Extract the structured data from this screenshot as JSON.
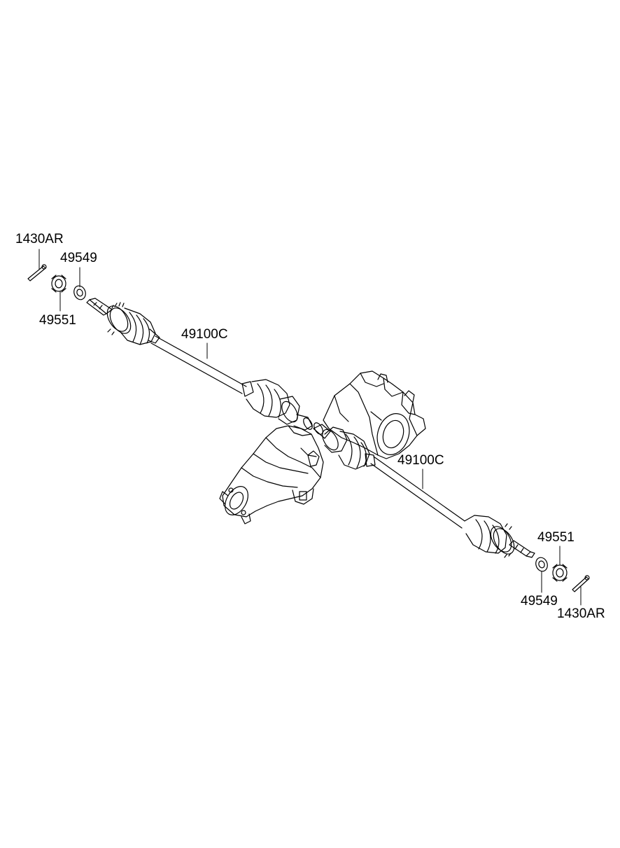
{
  "callouts": {
    "pin_left": "1430AR",
    "washer_left": "49549",
    "nut_left": "49551",
    "shaft_left": "49100C",
    "shaft_right": "49100C",
    "nut_right": "49551",
    "washer_right": "49549",
    "pin_right": "1430AR"
  },
  "colors": {
    "line": "#000000",
    "background": "#ffffff"
  }
}
